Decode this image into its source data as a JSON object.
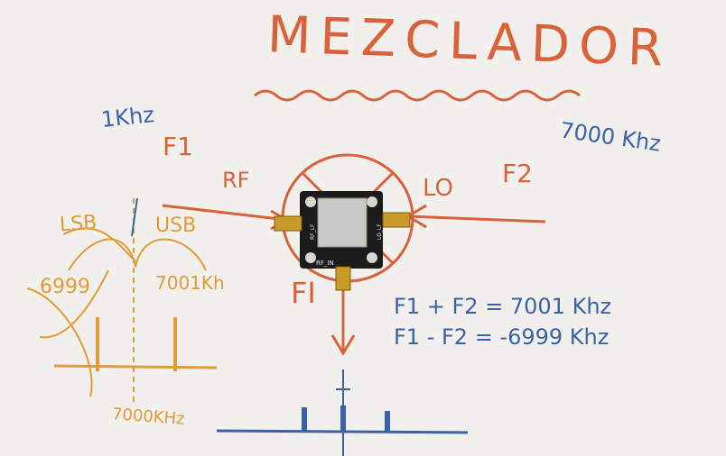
{
  "title": "MEZCLADOR",
  "labels": {
    "if_input_freq": "1Khz",
    "f1": "F1",
    "lo_freq": "7000 Khz",
    "f2": "F2",
    "rf": "RF",
    "lo": "LO",
    "fi": "FI",
    "lsb": "LSB",
    "usb": "USB",
    "lower_sideband": "6999",
    "upper_sideband": "7001Kh",
    "center_freq": "7000KHz",
    "sum_eq": "F1 + F2  =   7001 Khz",
    "diff_eq": "F1 - F2  = -6999 Khz"
  },
  "board_labels": {
    "rf_port": "RF_LF",
    "lo_port": "LO_LF",
    "if_port": "RF_IN"
  },
  "colors": {
    "paper": "#f1f0ec",
    "red_marker": "#d9623a",
    "blue_marker": "#3b62a8",
    "orange_marker": "#e39a37",
    "board": "#1b1b1b",
    "shield": "#c9c9c6",
    "sma_gold": "#c89a2a"
  }
}
